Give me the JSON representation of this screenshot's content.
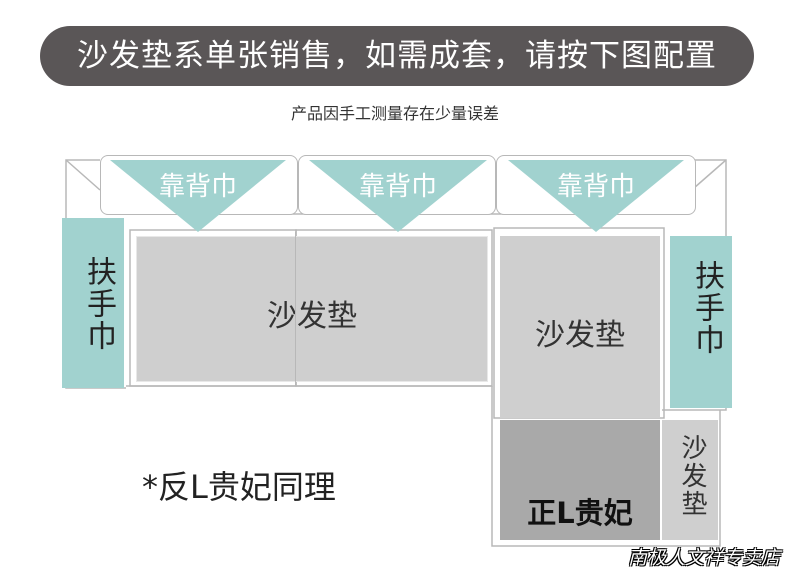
{
  "banner": {
    "text": "沙发垫系单张销售，如需成套，请按下图配置"
  },
  "note": {
    "text": "产品因手工测量存在少量误差"
  },
  "labels": {
    "backrest": "靠背巾",
    "armrest": "扶手巾",
    "cushion": "沙发垫",
    "chaise": "正L贵妃",
    "reverse_note": "*反L贵妃同理"
  },
  "watermark": {
    "text": "南极人文祥专卖店"
  },
  "colors": {
    "banner_bg": "#5a5657",
    "teal": "#a1d2cf",
    "cushion_gray": "#cfcfcf",
    "chaise_gray": "#a9a9a9",
    "outline": "#b8b8b8"
  }
}
